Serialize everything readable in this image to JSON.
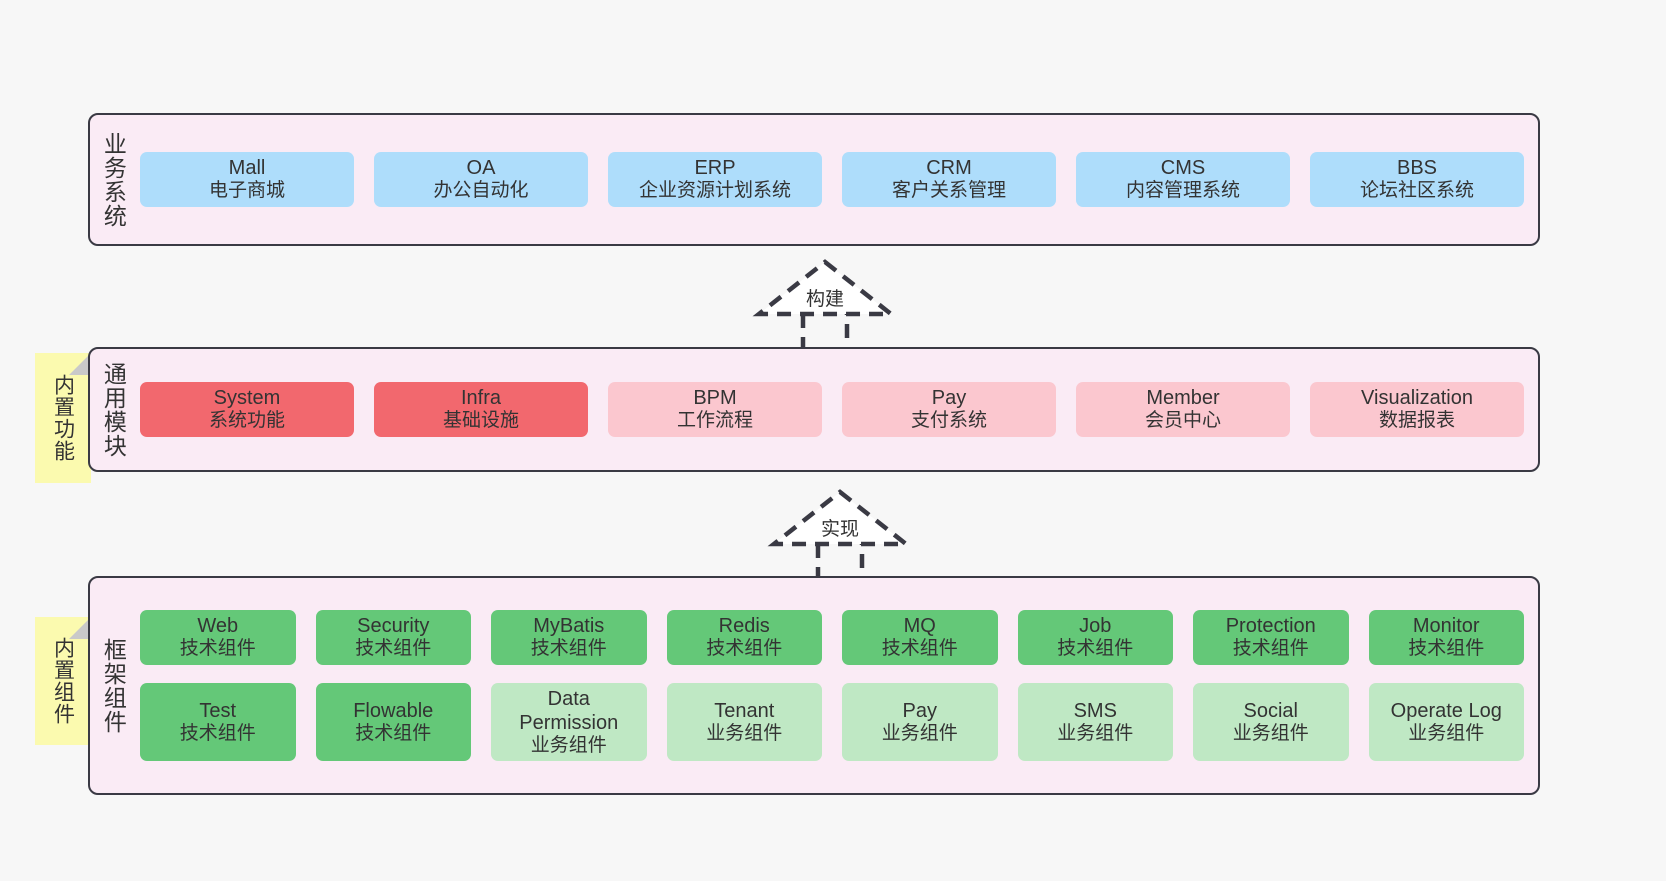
{
  "diagram": {
    "background_color": "#f7f7f7",
    "panel_color": "#FAEBF5",
    "panel_border_color": "#3A3A44",
    "sticky_color": "#FBFAAF"
  },
  "layers": {
    "business": {
      "title": "业务系统",
      "accent": "#AEDDFB",
      "items": [
        {
          "name": "Mall",
          "sub": "电子商城"
        },
        {
          "name": "OA",
          "sub": "办公自动化"
        },
        {
          "name": "ERP",
          "sub": "企业资源计划系统"
        },
        {
          "name": "CRM",
          "sub": "客户关系管理"
        },
        {
          "name": "CMS",
          "sub": "内容管理系统"
        },
        {
          "name": "BBS",
          "sub": "论坛社区系统"
        }
      ]
    },
    "common": {
      "title": "通用模块",
      "sticky": "内置功能",
      "accent_primary": "#F2686E",
      "accent_secondary": "#FBC7CF",
      "items": [
        {
          "name": "System",
          "sub": "系统功能"
        },
        {
          "name": "Infra",
          "sub": "基础设施"
        },
        {
          "name": "BPM",
          "sub": "工作流程"
        },
        {
          "name": "Pay",
          "sub": "支付系统"
        },
        {
          "name": "Member",
          "sub": "会员中心"
        },
        {
          "name": "Visualization",
          "sub": "数据报表"
        }
      ]
    },
    "framework": {
      "title": "框架组件",
      "sticky": "内置组件",
      "accent_primary": "#64C878",
      "accent_secondary": "#BFE8C4",
      "row1": [
        {
          "name": "Web",
          "sub": "技术组件"
        },
        {
          "name": "Security",
          "sub": "技术组件"
        },
        {
          "name": "MyBatis",
          "sub": "技术组件"
        },
        {
          "name": "Redis",
          "sub": "技术组件"
        },
        {
          "name": "MQ",
          "sub": "技术组件"
        },
        {
          "name": "Job",
          "sub": "技术组件"
        },
        {
          "name": "Protection",
          "sub": "技术组件"
        },
        {
          "name": "Monitor",
          "sub": "技术组件"
        }
      ],
      "row2": [
        {
          "name": "Test",
          "sub": "技术组件"
        },
        {
          "name": "Flowable",
          "sub": "技术组件"
        },
        {
          "name": "Data Permission",
          "sub": "业务组件"
        },
        {
          "name": "Tenant",
          "sub": "业务组件"
        },
        {
          "name": "Pay",
          "sub": "业务组件"
        },
        {
          "name": "SMS",
          "sub": "业务组件"
        },
        {
          "name": "Social",
          "sub": "业务组件"
        },
        {
          "name": "Operate Log",
          "sub": "业务组件"
        }
      ]
    }
  },
  "connectors": {
    "build": {
      "label": "构建"
    },
    "implement": {
      "label": "实现"
    }
  }
}
